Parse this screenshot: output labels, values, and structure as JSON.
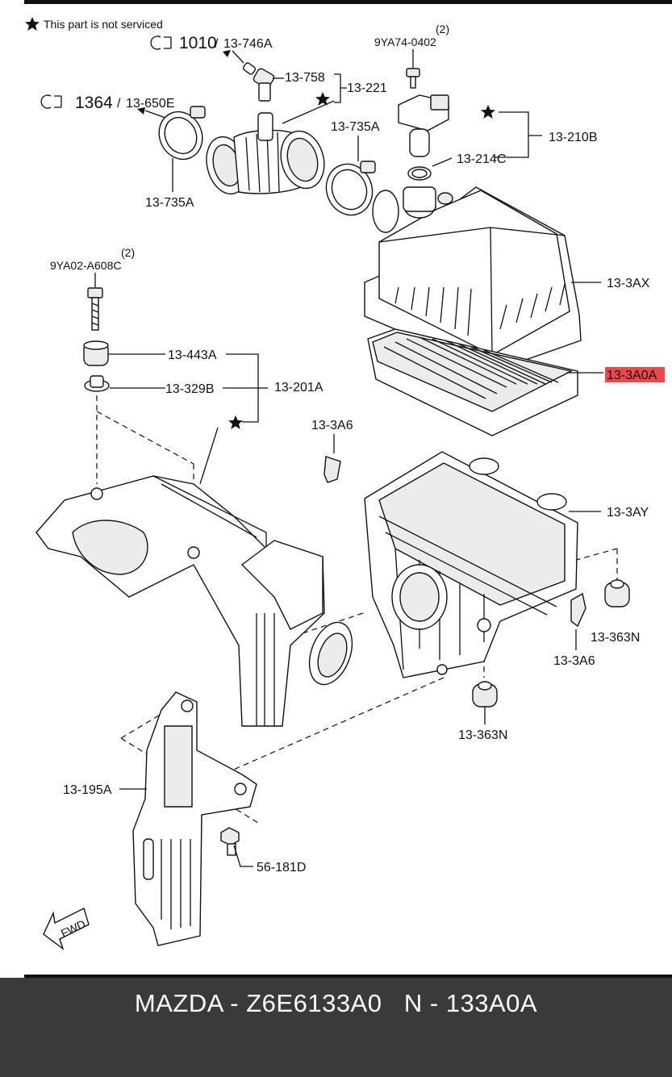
{
  "note_text": "This part is not serviced",
  "labels": {
    "l_13_746A": "13-746A",
    "l_13_650E": "13-650E",
    "l_9YA74": "9YA74-0402",
    "l_9YA74_qty": "(2)",
    "l_13_758": "13-758",
    "l_13_221": "13-221",
    "l_13_735A_top": "13-735A",
    "l_13_735A_left": "13-735A",
    "l_13_210B": "13-210B",
    "l_13_214C": "13-214C",
    "l_9YA02": "9YA02-A608C",
    "l_9YA02_qty": "(2)",
    "l_13_3AX": "13-3AX",
    "l_13_3A0A": "13-3A0A",
    "l_13_443A": "13-443A",
    "l_13_329B": "13-329B",
    "l_13_201A": "13-201A",
    "l_13_3A6_top": "13-3A6",
    "l_13_3AY": "13-3AY",
    "l_13_363N_right": "13-363N",
    "l_13_3A6_bottom": "13-3A6",
    "l_13_363N_bottom": "13-363N",
    "l_13_195A": "13-195A",
    "l_56_181D": "56-181D"
  },
  "refs": {
    "ref_1010": "1010",
    "ref_1364": "1364"
  },
  "fwd_label": "FWD",
  "highlight_color": "#f04848",
  "footer": {
    "text": "MAZDA - Z6E6133A0   N - 133A0A"
  }
}
